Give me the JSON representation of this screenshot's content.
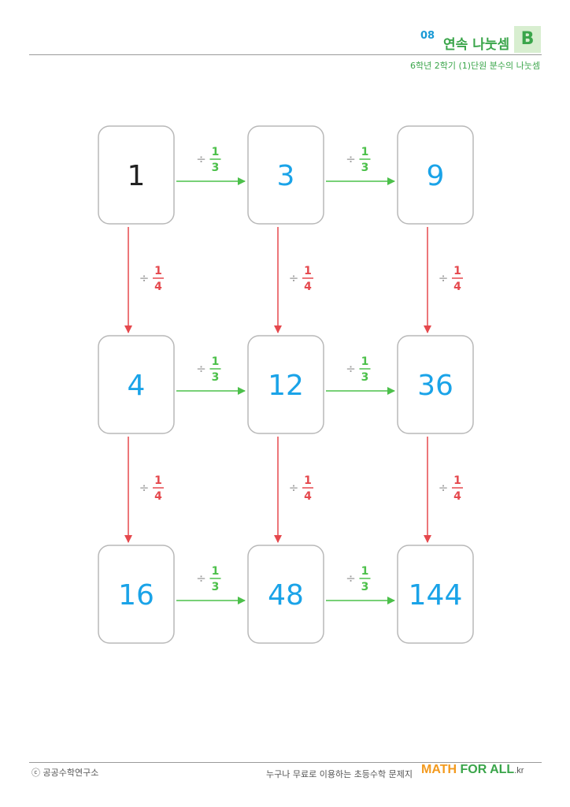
{
  "header": {
    "number": "08",
    "title": "연속 나눗셈",
    "level": "B",
    "subtitle": "6학년 2학기 (1)단원 분수의 나눗셈"
  },
  "grid": {
    "cells": [
      [
        "1",
        "3",
        "9"
      ],
      [
        "4",
        "12",
        "36"
      ],
      [
        "16",
        "48",
        "144"
      ]
    ],
    "horizontal_operator": {
      "symbol": "÷",
      "numerator": "1",
      "denominator": "3"
    },
    "vertical_operator": {
      "symbol": "÷",
      "numerator": "1",
      "denominator": "4"
    },
    "colors": {
      "first_cell_text": "#222222",
      "cell_text": "#1aa3e8",
      "cell_border": "#b8b8b8",
      "horizontal_arrow": "#4cc04a",
      "vertical_arrow": "#e5484d"
    }
  },
  "footer": {
    "copyright": "ⓒ 공공수학연구소",
    "tagline": "누구나 무료로 이용하는 초등수학 문제지",
    "brand_math": "MATH",
    "brand_rest": " FOR ALL",
    "brand_suffix": ".kr"
  }
}
